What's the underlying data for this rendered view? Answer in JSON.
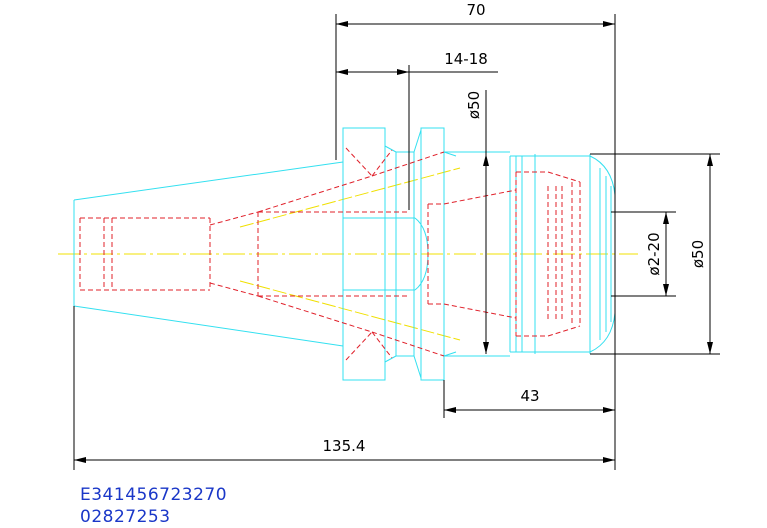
{
  "drawing": {
    "dimensions": {
      "overall_length": "70",
      "flange_length": "14-18",
      "shank_dia": "ø50",
      "collet_range": "ø2-20",
      "nose_dia": "ø50",
      "nose_length": "43",
      "total_length": "135.4"
    },
    "codes": [
      "E341456723270",
      "02827253"
    ],
    "colors": {
      "outline": "#33e0f0",
      "hidden": "#e0202a",
      "center": "#f0e000",
      "dimension": "#000000",
      "code_text": "#1a37c8"
    }
  }
}
